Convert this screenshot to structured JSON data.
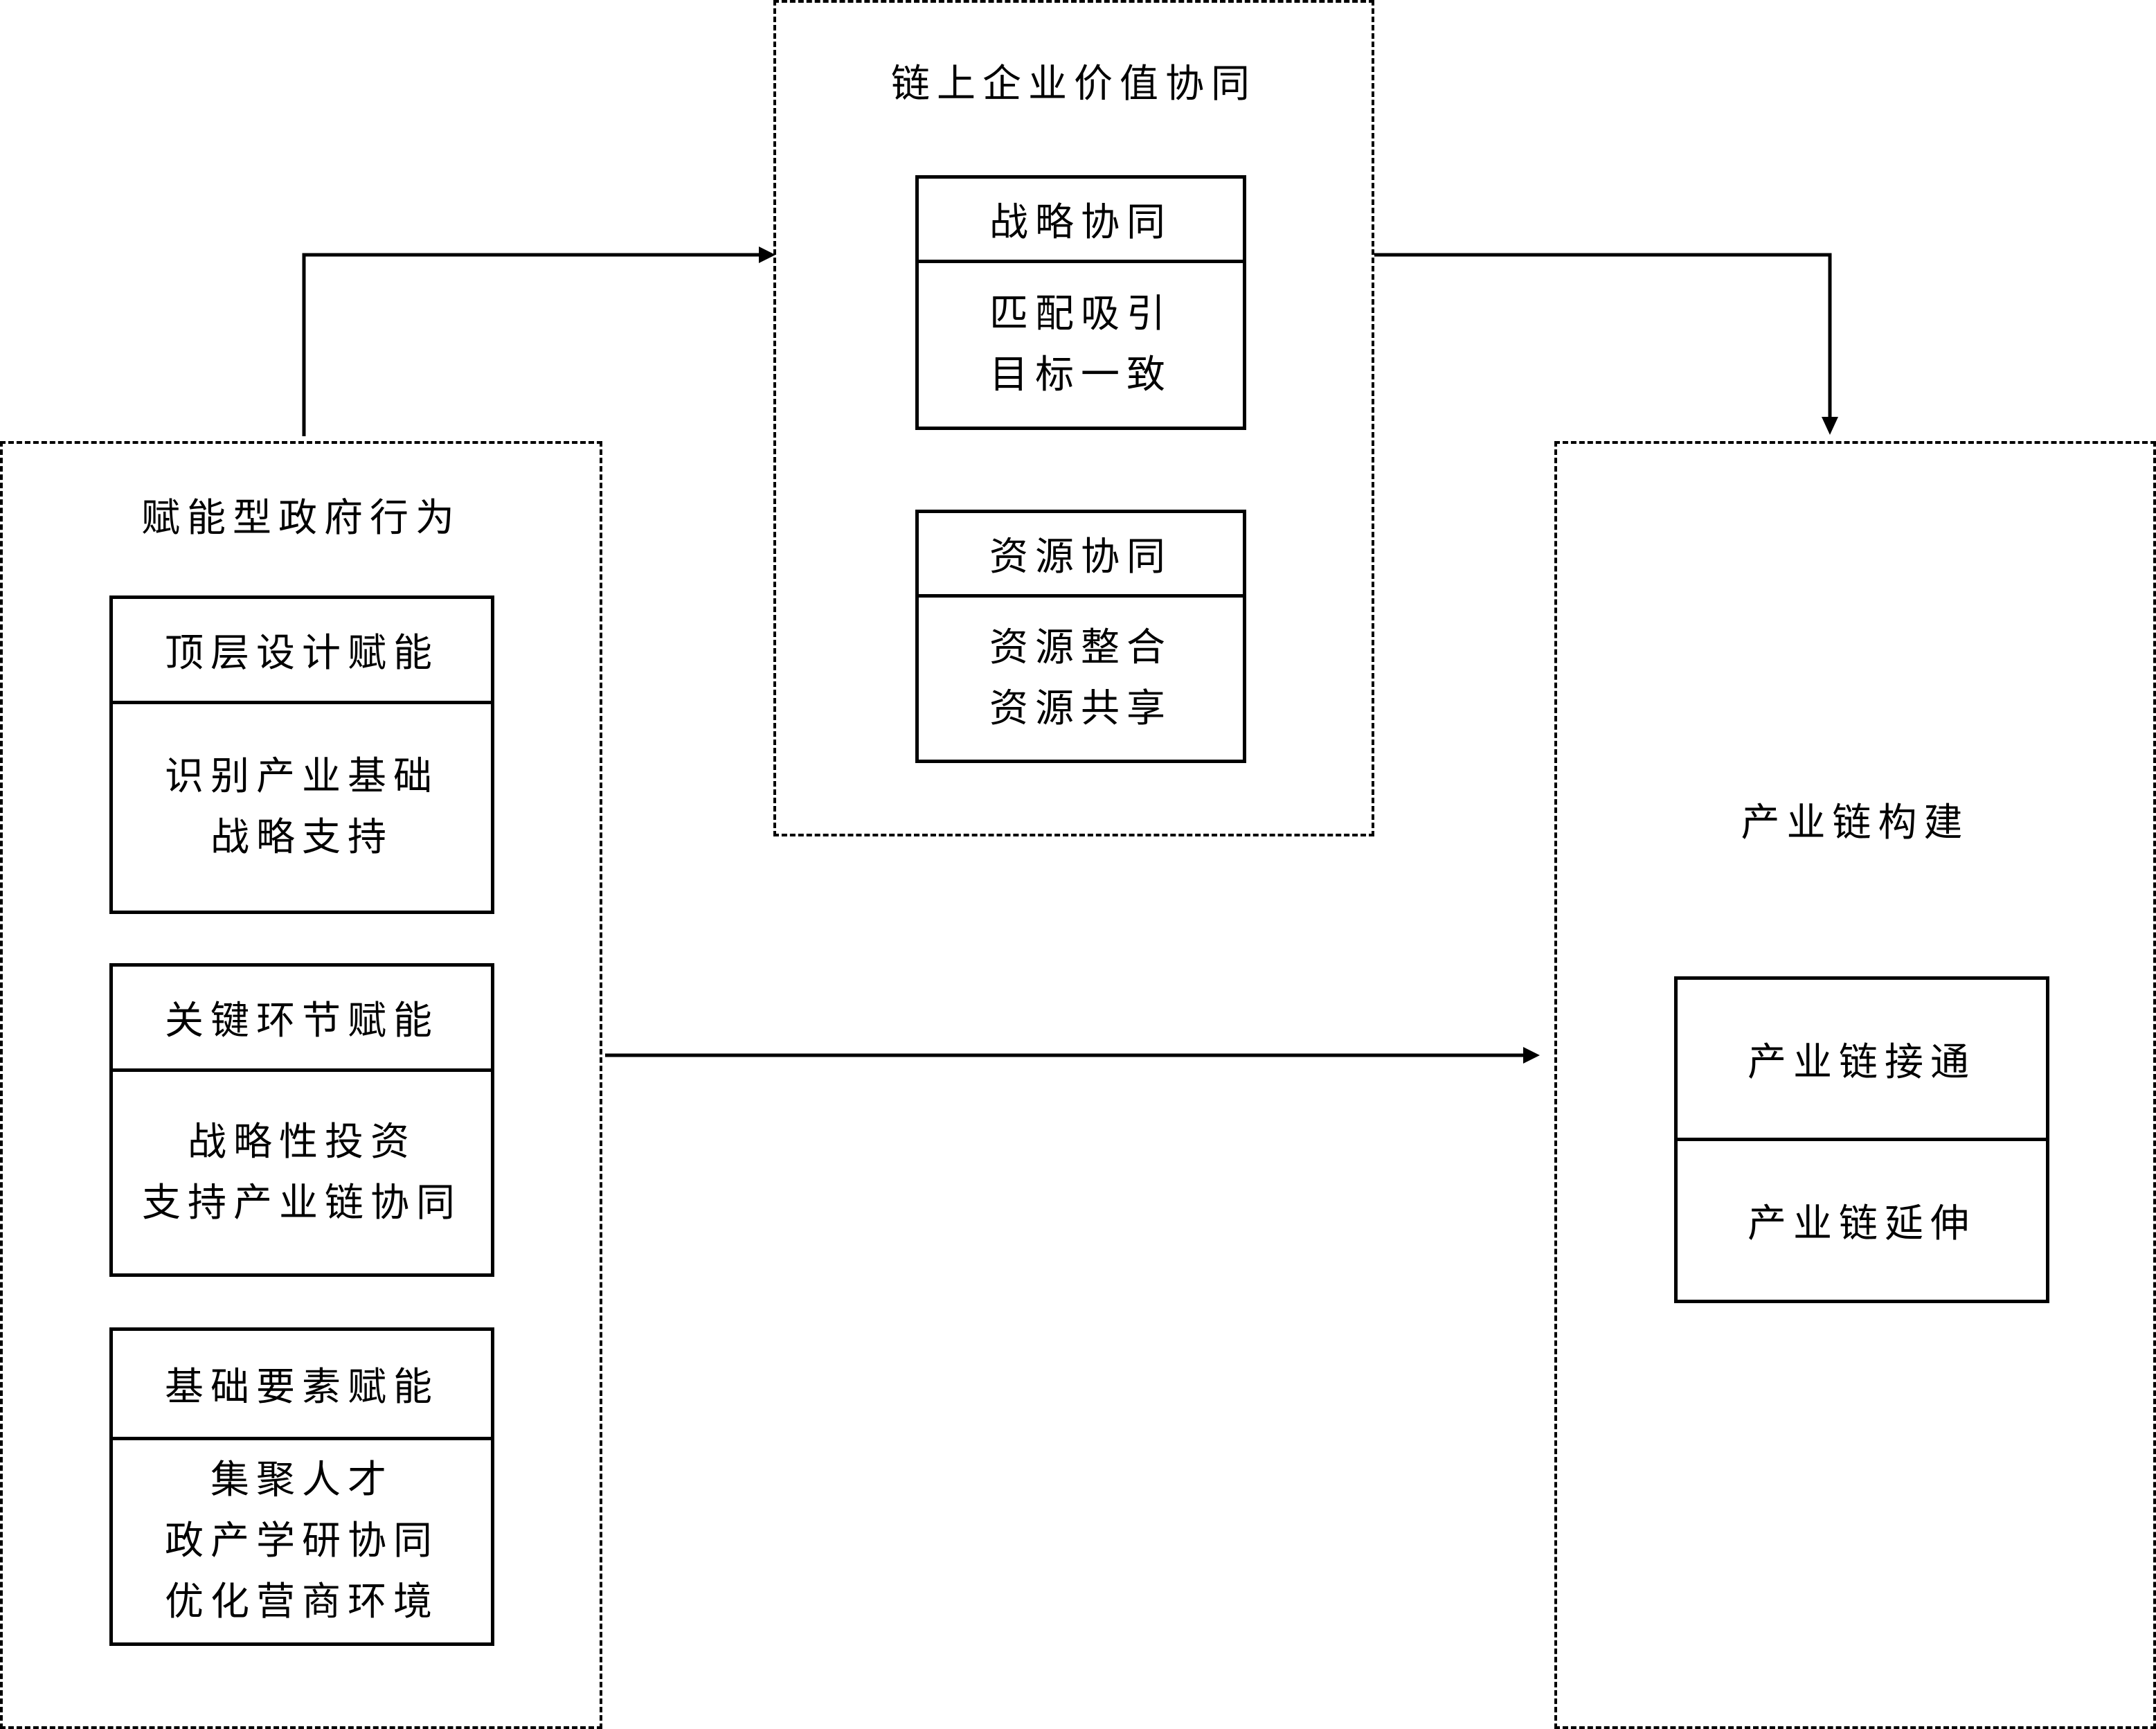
{
  "left_group": {
    "title": "赋能型政府行为",
    "boxes": [
      {
        "head": "顶层设计赋能",
        "lines": [
          "识别产业基础",
          "战略支持"
        ]
      },
      {
        "head": "关键环节赋能",
        "lines": [
          "战略性投资",
          "支持产业链协同"
        ]
      },
      {
        "head": "基础要素赋能",
        "lines": [
          "集聚人才",
          "政产学研协同",
          "优化营商环境"
        ]
      }
    ]
  },
  "top_group": {
    "title": "链上企业价值协同",
    "boxes": [
      {
        "head": "战略协同",
        "lines": [
          "匹配吸引",
          "目标一致"
        ]
      },
      {
        "head": "资源协同",
        "lines": [
          "资源整合",
          "资源共享"
        ]
      }
    ]
  },
  "right_group": {
    "title": "产业链构建",
    "rows": [
      "产业链接通",
      "产业链延伸"
    ]
  }
}
